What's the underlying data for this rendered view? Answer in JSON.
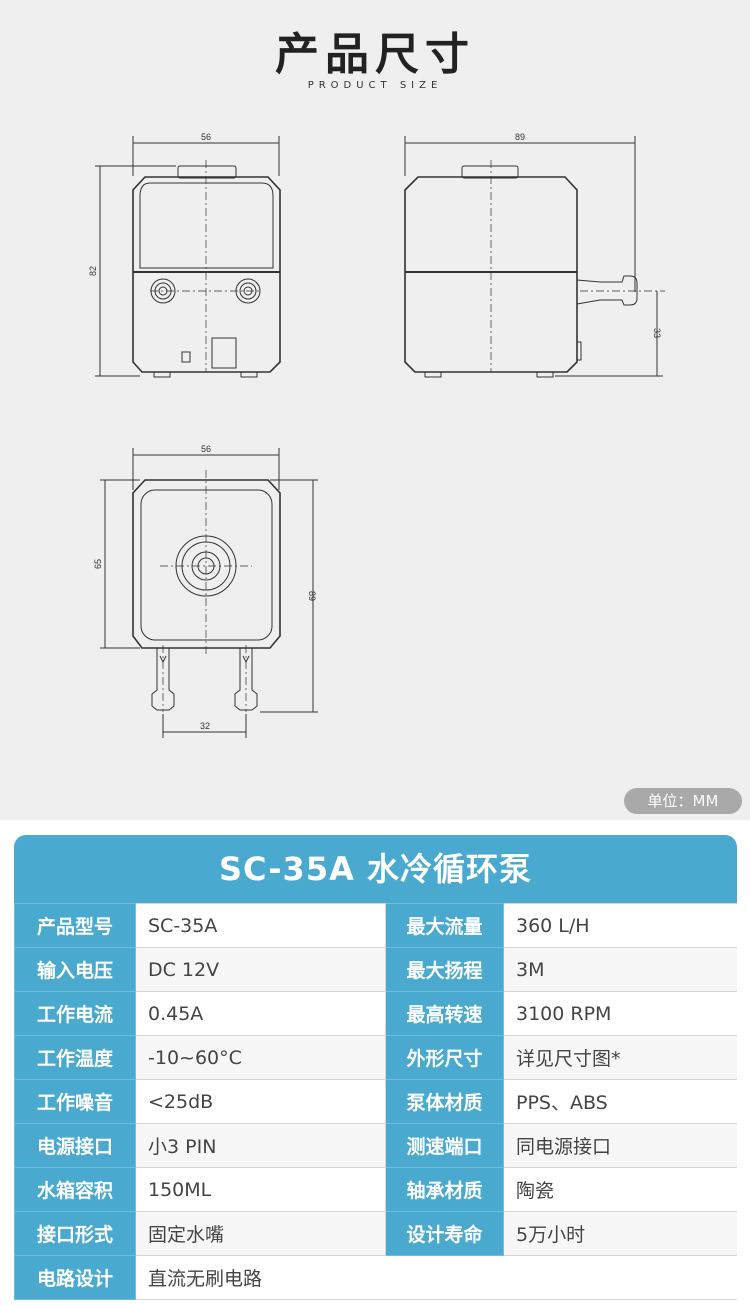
{
  "header": {
    "title": "产品尺寸",
    "subtitle": "PRODUCT SIZE"
  },
  "drawing": {
    "front_view": {
      "width_label": "56",
      "height_label": "82"
    },
    "side_view": {
      "width_label": "89",
      "outlet_height_label": "33"
    },
    "bottom_view": {
      "width_label": "56",
      "depth_label": "65",
      "total_label": "89",
      "nozzle_spacing_label": "32"
    }
  },
  "unit_badge": "单位：MM",
  "spec_card": {
    "title": "SC-35A 水冷循环泵",
    "rows": [
      {
        "k1": "产品型号",
        "v1": "SC-35A",
        "k2": "最大流量",
        "v2": "360 L/H"
      },
      {
        "k1": "输入电压",
        "v1": "DC 12V",
        "k2": "最大扬程",
        "v2": "3M"
      },
      {
        "k1": "工作电流",
        "v1": "0.45A",
        "k2": "最高转速",
        "v2": "3100 RPM"
      },
      {
        "k1": "工作温度",
        "v1": "-10~60°C",
        "k2": "外形尺寸",
        "v2": "详见尺寸图*"
      },
      {
        "k1": "工作噪音",
        "v1": "<25dB",
        "k2": "泵体材质",
        "v2": "PPS、ABS"
      },
      {
        "k1": "电源接口",
        "v1": "小3 PIN",
        "k2": "测速端口",
        "v2": "同电源接口"
      },
      {
        "k1": "水箱容积",
        "v1": "150ML",
        "k2": "轴承材质",
        "v2": "陶瓷"
      },
      {
        "k1": "接口形式",
        "v1": "固定水嘴",
        "k2": "设计寿命",
        "v2": "5万小时"
      },
      {
        "k1": "电路设计",
        "v1": "直流无刷电路"
      }
    ]
  }
}
